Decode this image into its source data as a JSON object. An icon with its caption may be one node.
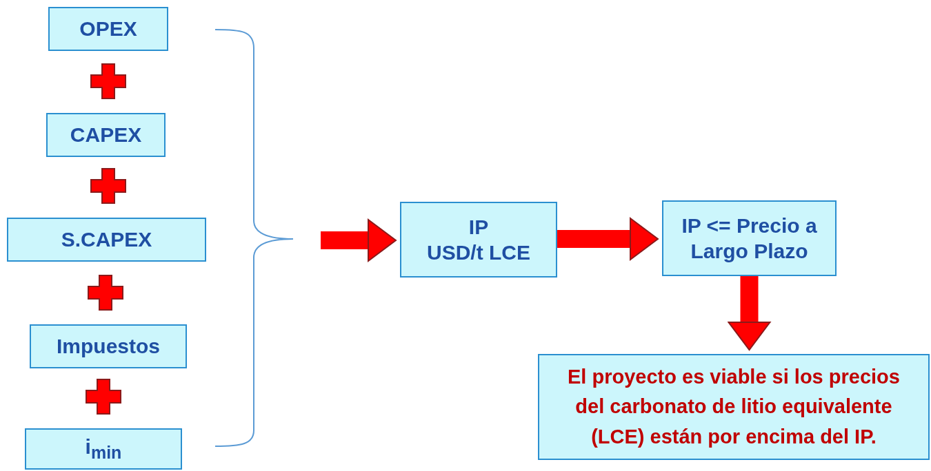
{
  "diagram": {
    "nodes": [
      {
        "text": [
          "OPEX"
        ]
      },
      {
        "text": [
          "CAPEX"
        ]
      },
      {
        "text": [
          "S.CAPEX"
        ]
      },
      {
        "text": [
          "Impuestos"
        ]
      },
      {
        "text": [
          "i$_{min}$"
        ]
      },
      {
        "text": [
          "IP",
          "USD/t LCE"
        ]
      },
      {
        "text": [
          "IP <= Precio a Largo Plazo"
        ]
      },
      {
        "text": [
          "El proyecto es viable si los precios del carbonato de litio equivalente (LCE) están por encima del IP."
        ]
      }
    ],
    "edges": [
      {
        "from": null,
        "to": 5,
        "arrow": "to"
      },
      {
        "from": 5,
        "to": 6,
        "arrow": "to"
      },
      {
        "from": 6,
        "to": 7,
        "arrow": "to"
      }
    ]
  }
}
